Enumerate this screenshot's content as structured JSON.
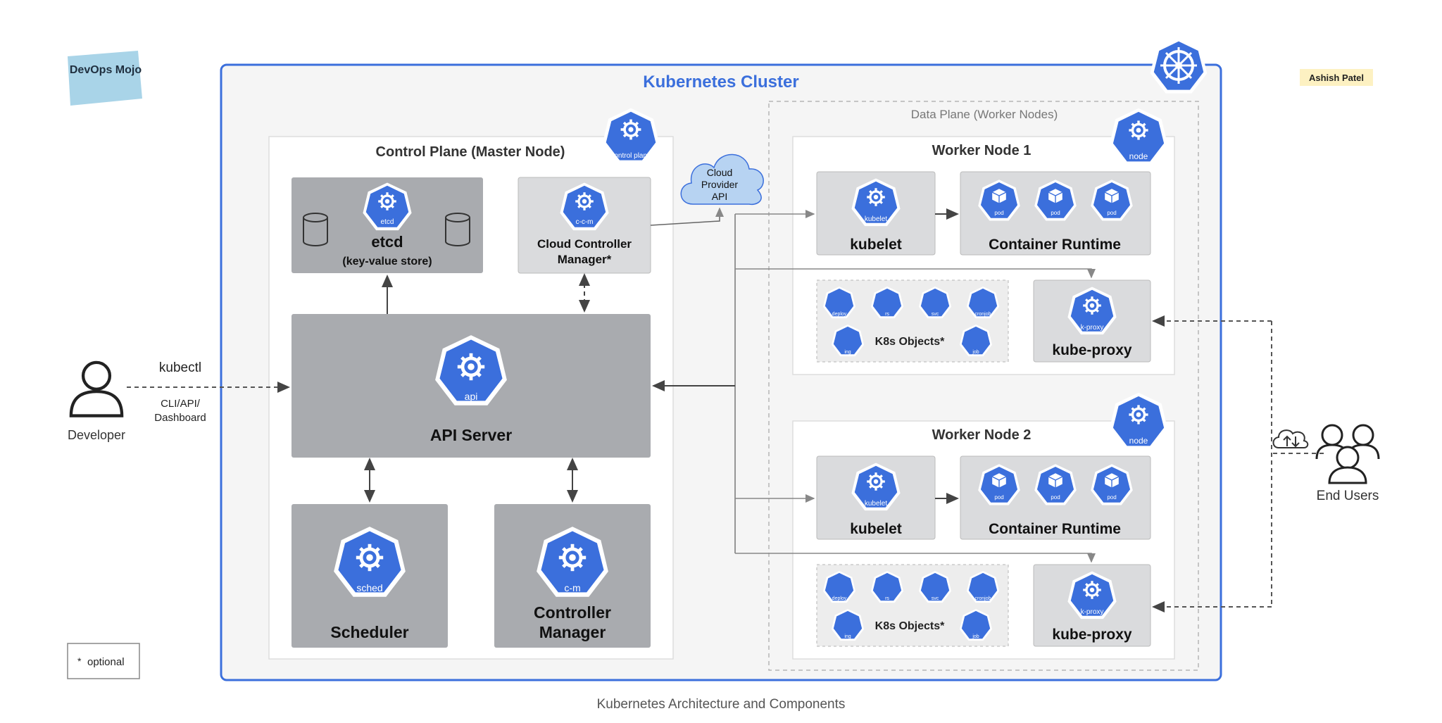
{
  "brand": {
    "logo": "DevOps Mojo",
    "author": "Ashish Patel"
  },
  "cluster": {
    "title": "Kubernetes Cluster"
  },
  "control_plane": {
    "title": "Control Plane (Master Node)",
    "badge": "control plane",
    "etcd": {
      "badge": "etcd",
      "title": "etcd",
      "subtitle": "(key-value store)"
    },
    "ccm": {
      "badge": "c-c-m",
      "title": "Cloud Controller",
      "title2": "Manager*"
    },
    "api": {
      "badge": "api",
      "title": "API Server"
    },
    "scheduler": {
      "badge": "sched",
      "title": "Scheduler"
    },
    "cm": {
      "badge": "c-m",
      "title": "Controller",
      "title2": "Manager"
    }
  },
  "cloud": {
    "line1": "Cloud",
    "line2": "Provider",
    "line3": "API"
  },
  "data_plane": {
    "title": "Data Plane (Worker Nodes)",
    "node_badge": "node",
    "workers": [
      {
        "title": "Worker Node 1"
      },
      {
        "title": "Worker Node 2"
      }
    ],
    "kubelet": {
      "badge": "kubelet",
      "title": "kubelet"
    },
    "runtime": {
      "title": "Container Runtime",
      "pod_badge": "pod"
    },
    "objects": {
      "title": "K8s Objects*",
      "badges": [
        "deploy",
        "rs",
        "svc",
        "cronjob",
        "ing",
        "job"
      ]
    },
    "proxy": {
      "badge": "k-proxy",
      "title": "kube-proxy"
    }
  },
  "developer": {
    "label": "Developer",
    "tool": "kubectl",
    "access_line1": "CLI/API/",
    "access_line2": "Dashboard"
  },
  "end_users": {
    "label": "End Users"
  },
  "legend": {
    "text": "optional",
    "marker": "*"
  },
  "caption": "Kubernetes Architecture and Components"
}
